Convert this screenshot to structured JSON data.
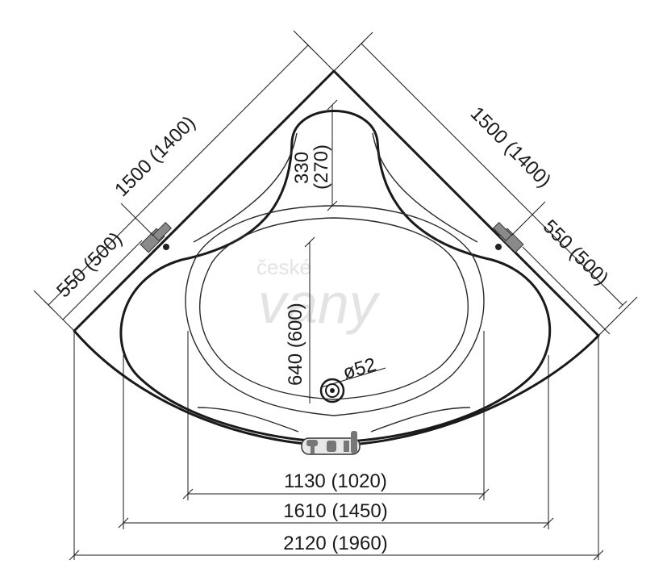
{
  "watermark": {
    "line1": "české",
    "line2": "vany"
  },
  "dimensions": {
    "diagonal_left": "1500 (1400)",
    "diagonal_right": "1500 (1400)",
    "short_left": "550 (500)",
    "short_right": "550 (500)",
    "neck_depth": "330",
    "neck_depth_alt": "(270)",
    "basin_depth": "640 (600)",
    "drain_diameter": "ø52",
    "width_inner": "1130 (1020)",
    "width_middle": "1610 (1450)",
    "width_outer": "2120 (1960)"
  }
}
